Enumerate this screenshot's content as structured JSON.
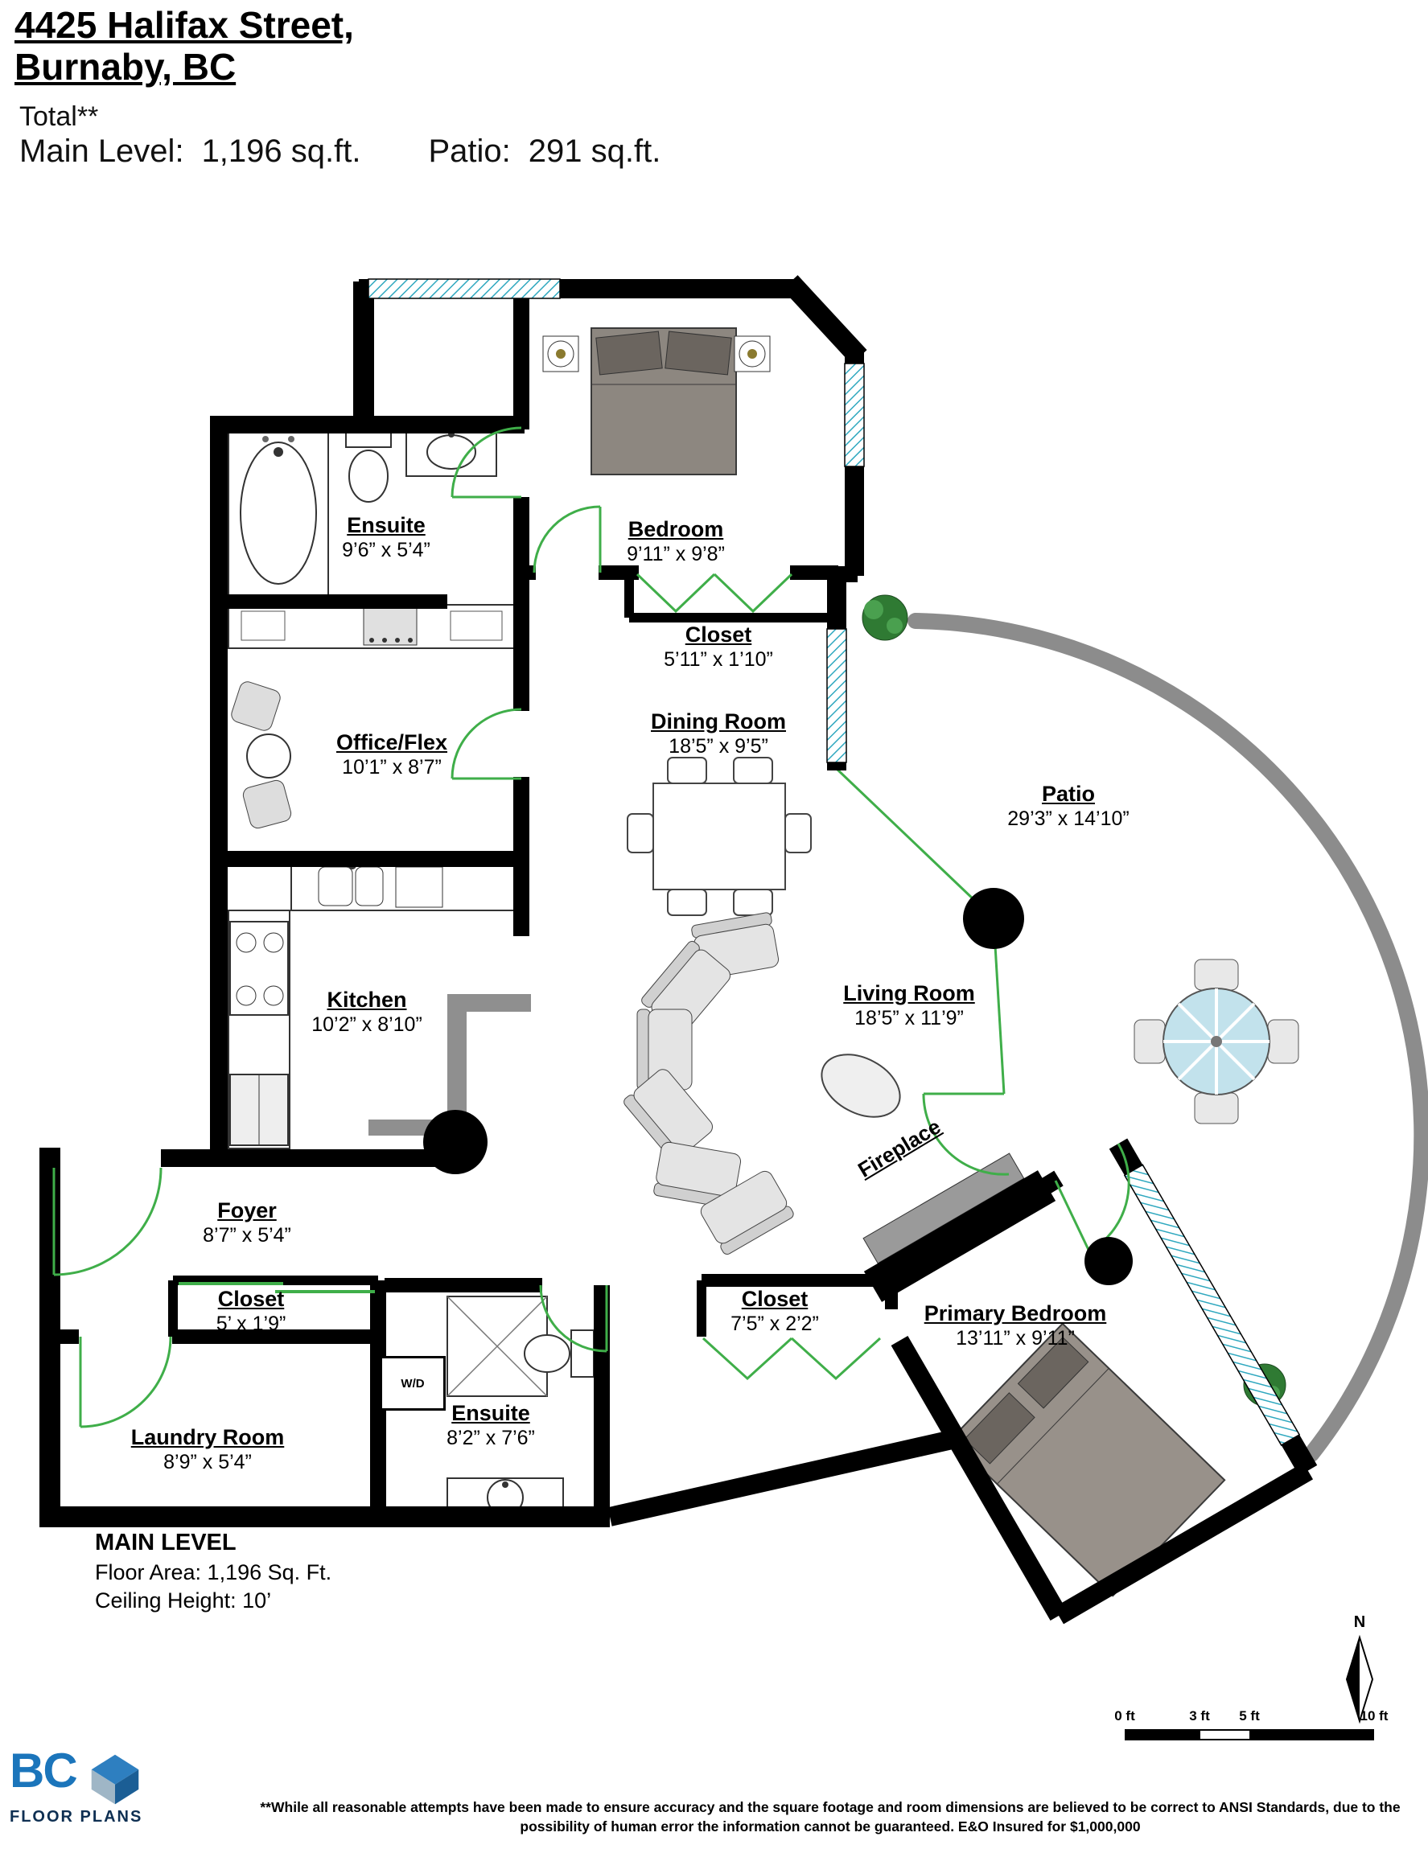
{
  "header": {
    "title_line1": "4425 Halifax Street,",
    "title_line2": "Burnaby, BC",
    "total_label": "Total**",
    "main_level_label": "Main Level:",
    "main_level_value": "1,196 sq.ft.",
    "patio_label": "Patio:",
    "patio_value": "291 sq.ft."
  },
  "rooms": [
    {
      "name": "Ensuite",
      "dims": "9’6” x 5’4”"
    },
    {
      "name": "Bedroom",
      "dims": "9’11” x 9’8”"
    },
    {
      "name": "Closet",
      "dims": "5’11” x 1’10”"
    },
    {
      "name": "Office/Flex",
      "dims": "10’1” x 8’7”"
    },
    {
      "name": "Dining Room",
      "dims": "18’5” x 9’5”"
    },
    {
      "name": "Patio",
      "dims": "29’3” x 14’10”"
    },
    {
      "name": "Kitchen",
      "dims": "10’2” x 8’10”"
    },
    {
      "name": "Living Room",
      "dims": "18’5” x 11’9”"
    },
    {
      "name": "Foyer",
      "dims": "8’7” x 5’4”"
    },
    {
      "name": "Closet",
      "dims": "5’ x 1’9”"
    },
    {
      "name": "Closet",
      "dims": "7’5” x 2’2”"
    },
    {
      "name": "Primary Bedroom",
      "dims": "13’11” x 9’11”"
    },
    {
      "name": "Ensuite",
      "dims": "8’2” x 7’6”"
    },
    {
      "name": "Laundry Room",
      "dims": "8’9” x 5’4”"
    }
  ],
  "labels": {
    "fireplace": "Fireplace",
    "washer_dryer": "W/D"
  },
  "level_summary": {
    "title": "MAIN LEVEL",
    "floor_area": "Floor Area: 1,196 Sq. Ft.",
    "ceiling_height": "Ceiling Height: 10’"
  },
  "logo": {
    "bc": "BC",
    "subtitle": "FLOOR PLANS"
  },
  "disclaimer": "**While all reasonable attempts have been made to ensure accuracy and the square footage and room dimensions are believed to be correct to ANSI Standards, due to the possibility of human error the information cannot be guaranteed. E&O Insured for $1,000,000",
  "scale_bar": {
    "labels": [
      "0 ft",
      "3 ft",
      "5 ft",
      "10 ft"
    ]
  },
  "compass": {
    "north": "N"
  },
  "colors": {
    "wall": "#000000",
    "door": "#3fae49",
    "window": "#2fa8bf",
    "patio_wall": "#8c8c8c",
    "umbrella": "#c2e2ec",
    "logo_blue": "#1b75bb"
  }
}
